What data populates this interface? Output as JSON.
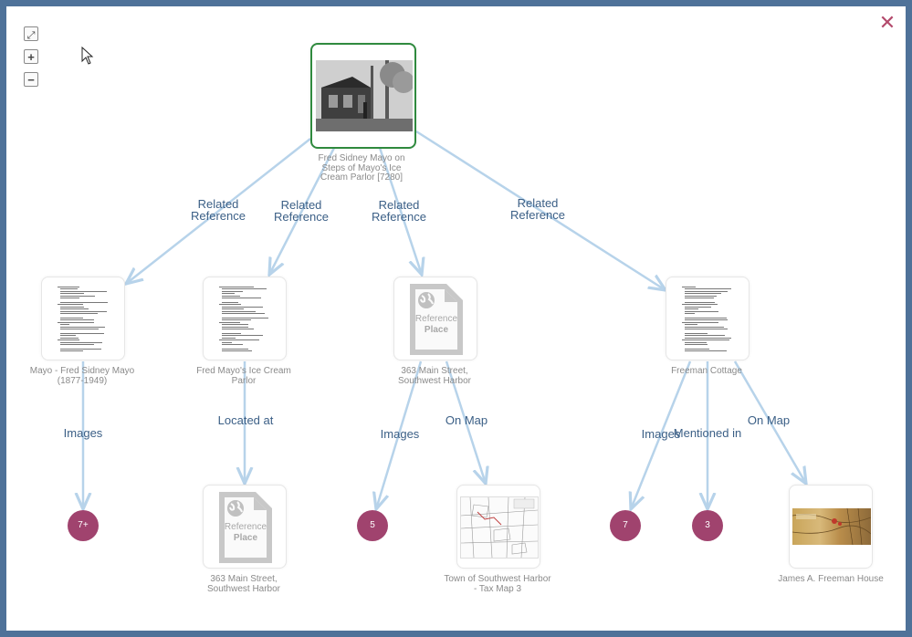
{
  "controls": {
    "fit_icon": "expand-arrows-icon",
    "zoom_in_icon": "plus-icon",
    "zoom_out_icon": "minus-icon",
    "close_icon": "close-x-icon",
    "fit_glyph": "⤢",
    "zoom_in_glyph": "+",
    "zoom_out_glyph": "−",
    "close_glyph": "✕"
  },
  "colors": {
    "frame": "#4f7299",
    "edge": "#b7d3ea",
    "edge_label": "#3b5f86",
    "count_badge": "#a0436e",
    "selected_border": "#2f8a3e",
    "close": "#b34a6c"
  },
  "root": {
    "title": "Fred Sidney Mayo on Steps of Mayo's Ice Cream Parlor [7280]",
    "title_lines": [
      "Fred Sidney Mayo on",
      "Steps of Mayo's Ice",
      "Cream Parlor [7280]"
    ]
  },
  "edge_labels": {
    "e1": [
      "Related",
      "Reference"
    ],
    "e2": [
      "Related",
      "Reference"
    ],
    "e3": [
      "Related",
      "Reference"
    ],
    "e4": [
      "Related",
      "Reference"
    ],
    "e5": [
      "Images"
    ],
    "e6": [
      "Located at"
    ],
    "e7": [
      "Images"
    ],
    "e8": [
      "On Map"
    ],
    "e9": [
      "Images"
    ],
    "e10": [
      "Mentioned in"
    ],
    "e11": [
      "On Map"
    ]
  },
  "level1": [
    {
      "title_lines": [
        "Mayo - Fred Sidney Mayo",
        "(1877-1949)"
      ]
    },
    {
      "title_lines": [
        "Fred Mayo's Ice Cream",
        "Parlor"
      ]
    },
    {
      "title_lines": [
        "363 Main Street,",
        "Southwest Harbor"
      ],
      "icon_text": [
        "Reference",
        "Place"
      ]
    },
    {
      "title_lines": [
        "Freeman Cottage"
      ]
    }
  ],
  "level2": {
    "count_a": "7+",
    "place": {
      "title_lines": [
        "363 Main Street,",
        "Southwest Harbor"
      ],
      "icon_text": [
        "Reference",
        "Place"
      ]
    },
    "count_b": "5",
    "map": {
      "title_lines": [
        "Town of Southwest Harbor",
        "- Tax Map 3"
      ]
    },
    "count_c": "7",
    "count_d": "3",
    "house": {
      "title_lines": [
        "James A. Freeman House"
      ]
    }
  }
}
